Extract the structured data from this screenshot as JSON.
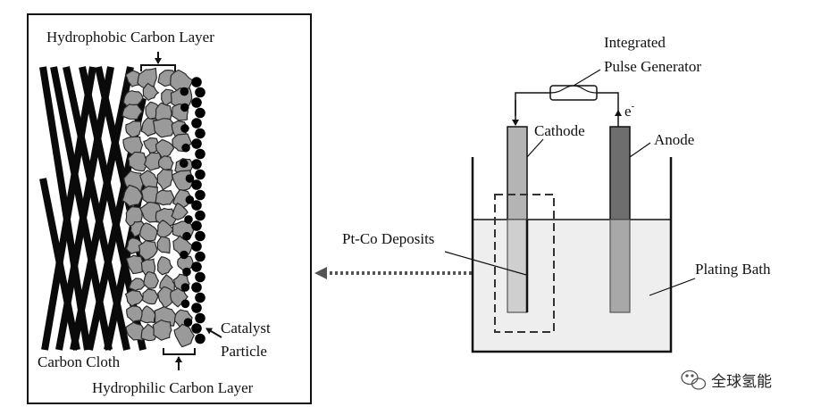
{
  "labels": {
    "hydrophobic_layer": "Hydrophobic Carbon Layer",
    "hydrophilic_layer": "Hydrophilic Carbon Layer",
    "carbon_cloth": "Carbon Cloth",
    "catalyst_line1": "Catalyst",
    "catalyst_line2": "Particle",
    "pulse_line1": "Integrated",
    "pulse_line2": "Pulse Generator",
    "electron": "e",
    "electron_sup": "-",
    "cathode": "Cathode",
    "anode": "Anode",
    "deposits": "Pt-Co Deposits",
    "plating_bath": "Plating Bath"
  },
  "watermark": {
    "text": "全球氢能",
    "icon": "wechat-icon"
  },
  "colors": {
    "line": "#111111",
    "bath": "#eeeeee",
    "cathode": "#b4b4b4",
    "anode": "#6e6e6e",
    "carbon_particle": "#9a9a9a",
    "catalyst": "#000000"
  }
}
